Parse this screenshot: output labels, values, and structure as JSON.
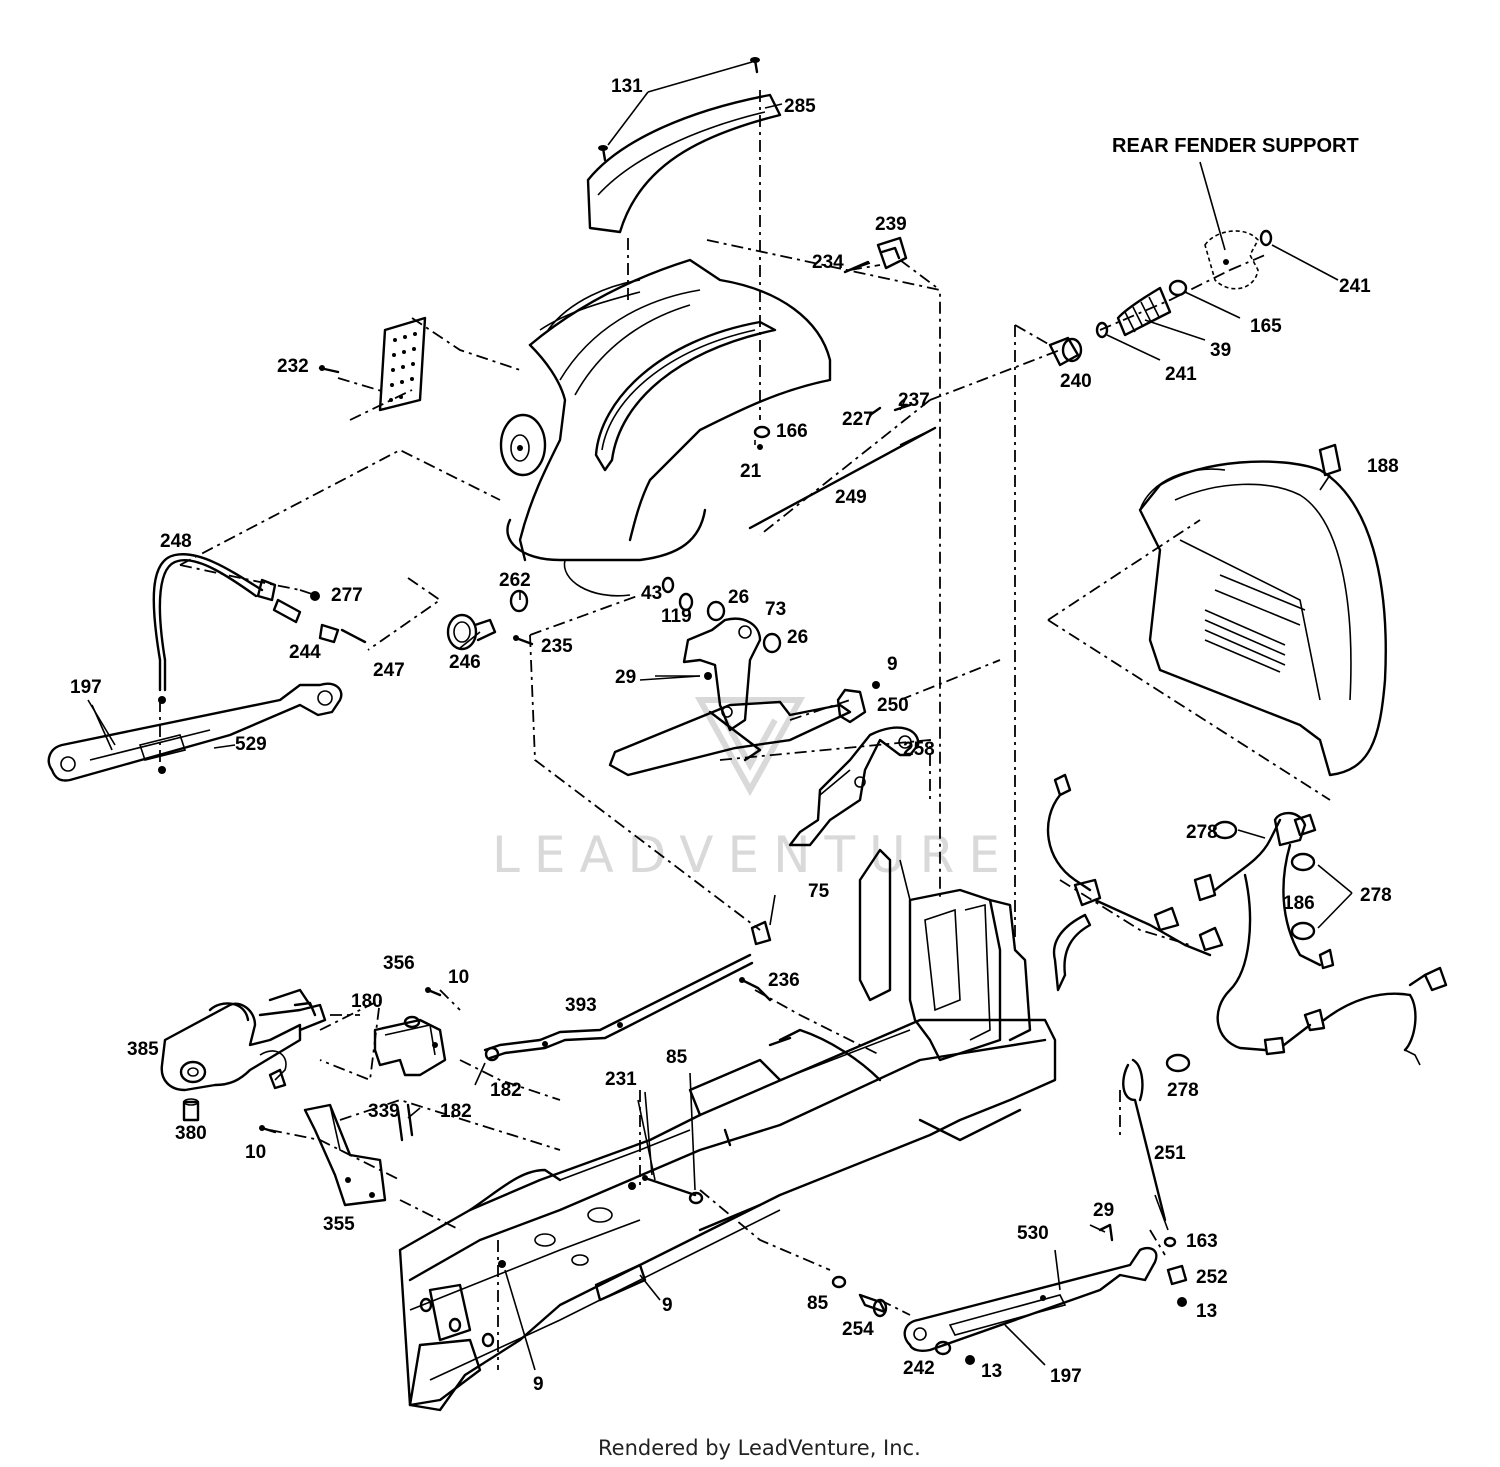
{
  "watermark": "LEADVENTURE",
  "footer": "Rendered by LeadVenture, Inc.",
  "callout_title": "REAR FENDER SUPPORT",
  "labels": [
    {
      "id": "l131",
      "text": "131"
    },
    {
      "id": "l285",
      "text": "285"
    },
    {
      "id": "l239",
      "text": "239"
    },
    {
      "id": "l234",
      "text": "234"
    },
    {
      "id": "l241a",
      "text": "241"
    },
    {
      "id": "l165",
      "text": "165"
    },
    {
      "id": "l39",
      "text": "39"
    },
    {
      "id": "l241b",
      "text": "241"
    },
    {
      "id": "l240",
      "text": "240"
    },
    {
      "id": "l232",
      "text": "232"
    },
    {
      "id": "l166",
      "text": "166"
    },
    {
      "id": "l21",
      "text": "21"
    },
    {
      "id": "l237",
      "text": "237"
    },
    {
      "id": "l227",
      "text": "227"
    },
    {
      "id": "l249",
      "text": "249"
    },
    {
      "id": "l188",
      "text": "188"
    },
    {
      "id": "l248",
      "text": "248"
    },
    {
      "id": "l277",
      "text": "277"
    },
    {
      "id": "l262",
      "text": "262"
    },
    {
      "id": "l43",
      "text": "43"
    },
    {
      "id": "l119",
      "text": "119"
    },
    {
      "id": "l26a",
      "text": "26"
    },
    {
      "id": "l73",
      "text": "73"
    },
    {
      "id": "l26b",
      "text": "26"
    },
    {
      "id": "l244",
      "text": "244"
    },
    {
      "id": "l247",
      "text": "247"
    },
    {
      "id": "l246",
      "text": "246"
    },
    {
      "id": "l235",
      "text": "235"
    },
    {
      "id": "l29a",
      "text": "29"
    },
    {
      "id": "l9a",
      "text": "9"
    },
    {
      "id": "l250",
      "text": "250"
    },
    {
      "id": "l197a",
      "text": "197"
    },
    {
      "id": "l529",
      "text": "529"
    },
    {
      "id": "l258",
      "text": "258"
    },
    {
      "id": "l278a",
      "text": "278"
    },
    {
      "id": "l278b",
      "text": "278"
    },
    {
      "id": "l186",
      "text": "186"
    },
    {
      "id": "l75",
      "text": "75"
    },
    {
      "id": "l356",
      "text": "356"
    },
    {
      "id": "l10a",
      "text": "10"
    },
    {
      "id": "l180",
      "text": "180"
    },
    {
      "id": "l393",
      "text": "393"
    },
    {
      "id": "l236",
      "text": "236"
    },
    {
      "id": "l385",
      "text": "385"
    },
    {
      "id": "l182a",
      "text": "182"
    },
    {
      "id": "l278c",
      "text": "278"
    },
    {
      "id": "l231",
      "text": "231"
    },
    {
      "id": "l85a",
      "text": "85"
    },
    {
      "id": "l380",
      "text": "380"
    },
    {
      "id": "l339",
      "text": "339"
    },
    {
      "id": "l182b",
      "text": "182"
    },
    {
      "id": "l10b",
      "text": "10"
    },
    {
      "id": "l251",
      "text": "251"
    },
    {
      "id": "l355",
      "text": "355"
    },
    {
      "id": "l9b",
      "text": "9"
    },
    {
      "id": "l29b",
      "text": "29"
    },
    {
      "id": "l530",
      "text": "530"
    },
    {
      "id": "l163",
      "text": "163"
    },
    {
      "id": "l252",
      "text": "252"
    },
    {
      "id": "l85b",
      "text": "85"
    },
    {
      "id": "l13a",
      "text": "13"
    },
    {
      "id": "l254",
      "text": "254"
    },
    {
      "id": "l242",
      "text": "242"
    },
    {
      "id": "l13b",
      "text": "13"
    },
    {
      "id": "l197b",
      "text": "197"
    },
    {
      "id": "l9c",
      "text": "9"
    }
  ]
}
